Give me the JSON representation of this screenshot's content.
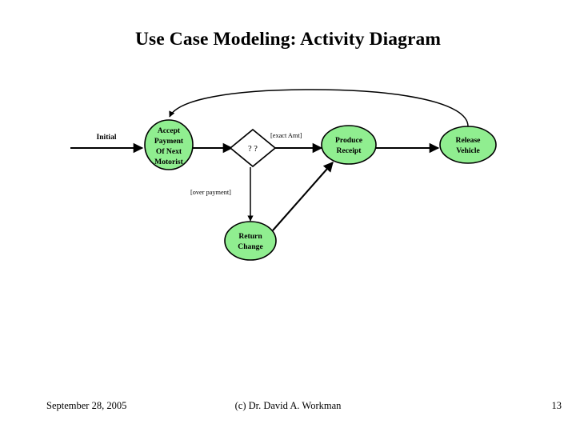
{
  "slide": {
    "title": "Use Case Modeling: Activity Diagram",
    "background_color": "#ffffff"
  },
  "colors": {
    "node_fill": "#90EE90",
    "node_stroke": "#000000",
    "decision_fill": "#ffffff",
    "line": "#000000",
    "text": "#000000"
  },
  "diagram": {
    "type": "uml-activity-diagram",
    "nodes": [
      {
        "id": "accept-payment",
        "shape": "ellipse",
        "label_lines": [
          "Accept",
          "Payment",
          "Of Next",
          "Motorist"
        ],
        "fill": "#90EE90"
      },
      {
        "id": "decision",
        "shape": "diamond",
        "label": "? ?",
        "fill": "#ffffff"
      },
      {
        "id": "produce-receipt",
        "shape": "ellipse",
        "label_lines": [
          "Produce",
          "Receipt"
        ],
        "fill": "#90EE90"
      },
      {
        "id": "release-vehicle",
        "shape": "ellipse",
        "label_lines": [
          "Release",
          "Vehicle"
        ],
        "fill": "#90EE90"
      },
      {
        "id": "return-change",
        "shape": "ellipse",
        "label_lines": [
          "Return",
          "Change"
        ],
        "fill": "#90EE90"
      }
    ],
    "edges": [
      {
        "id": "initial-edge",
        "label": "Initial",
        "from": "start",
        "to": "accept-payment"
      },
      {
        "id": "accept-to-decision",
        "label": "",
        "from": "accept-payment",
        "to": "decision"
      },
      {
        "id": "decision-to-produce",
        "label": "[exact Amt]",
        "from": "decision",
        "to": "produce-receipt"
      },
      {
        "id": "decision-to-return",
        "label": "[over payment]",
        "from": "decision",
        "to": "return-change"
      },
      {
        "id": "return-to-produce",
        "label": "",
        "from": "return-change",
        "to": "produce-receipt"
      },
      {
        "id": "produce-to-release",
        "label": "",
        "from": "produce-receipt",
        "to": "release-vehicle"
      },
      {
        "id": "release-loop-back",
        "label": "",
        "from": "release-vehicle",
        "to": "accept-payment"
      }
    ]
  },
  "footer": {
    "date": "September 28, 2005",
    "copyright": "(c) Dr. David A. Workman",
    "page_number": "13"
  }
}
